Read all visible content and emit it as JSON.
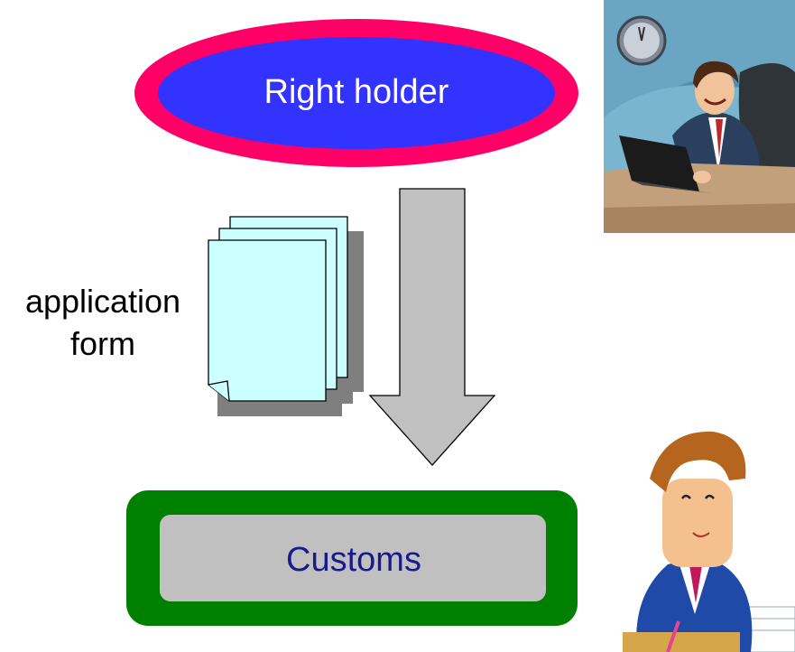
{
  "nodes": {
    "right_holder": {
      "label": "Right holder",
      "fill": "#3333ff",
      "border": "#ff0066"
    },
    "customs": {
      "label": "Customs",
      "fill": "#c0c0c0",
      "border": "#008000",
      "text_color": "#1a1a8c"
    }
  },
  "document": {
    "label_line1": "application",
    "label_line2": "form",
    "paper_color": "#ccffff",
    "pages": 3
  },
  "arrow": {
    "from": "Right holder",
    "to": "Customs",
    "color": "#c0c0c0"
  },
  "illustrations": [
    "businessman-at-laptop",
    "customs-officer"
  ]
}
